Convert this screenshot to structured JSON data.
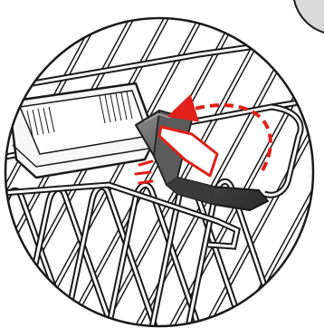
{
  "figure": {
    "kind": "instruction-illustration",
    "subject": "rack-clip-installation",
    "colors": {
      "background": "#ffffff",
      "line": "#1a1a1a",
      "rack_wire_fill": "#ffffff",
      "pan_fill": "#f7f7f7",
      "clip_dark": "#3a3a3a",
      "clip_mid": "#6b6b6b",
      "clip_light": "#9a9a9a",
      "label_outline": "#e0201b",
      "label_fill": "#ffffff",
      "arrow": "#e0201b"
    },
    "icons": {
      "magnifier": "circle-detail-view",
      "pan": "baking-pan-icon",
      "clip": "rack-clip-icon",
      "rotate_arrow": "curved-rotate-arrow-icon",
      "motion_marks": "snap-motion-icon"
    }
  }
}
